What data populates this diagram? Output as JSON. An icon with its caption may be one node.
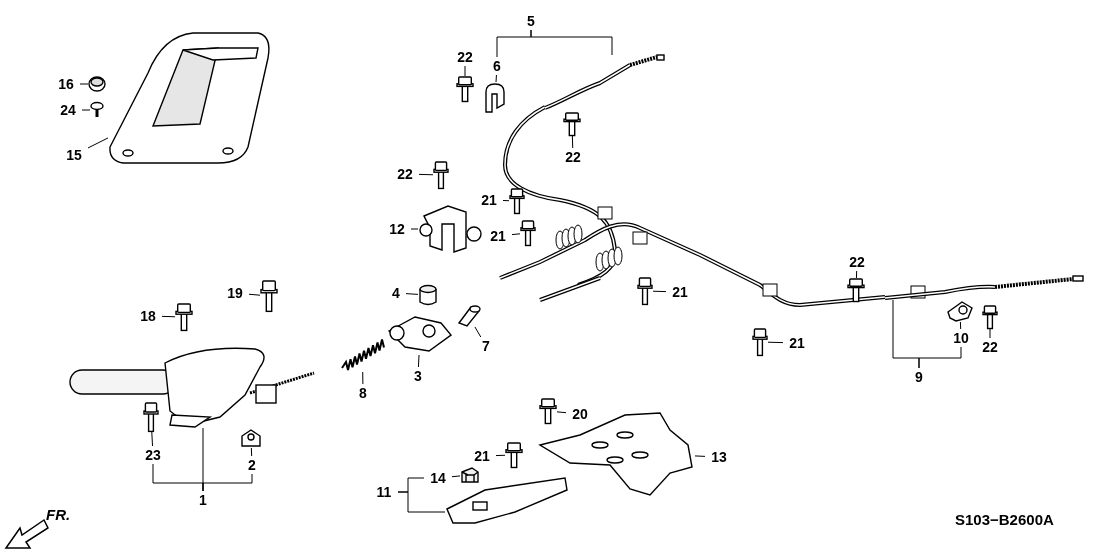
{
  "diagram": {
    "nodes": [
      {
        "text": [
          "16"
        ]
      },
      {
        "text": [],
        "shape": "picture"
      },
      {
        "text": [
          "24"
        ]
      },
      {
        "text": [],
        "shape": "picture"
      },
      {
        "text": [
          "15"
        ]
      },
      {
        "text": [],
        "shape": "picture"
      },
      {
        "text": [
          "22"
        ]
      },
      {
        "text": [],
        "shape": "picture"
      },
      {
        "text": [
          "5"
        ]
      },
      {
        "text": [],
        "shape": "picture"
      },
      {
        "text": [
          "6"
        ]
      },
      {
        "text": [],
        "shape": "picture"
      },
      {
        "text": [
          "22"
        ]
      },
      {
        "text": [],
        "shape": "picture"
      },
      {
        "text": [
          "22"
        ]
      },
      {
        "text": [],
        "shape": "picture"
      },
      {
        "text": [
          "21"
        ]
      },
      {
        "text": [],
        "shape": "picture"
      },
      {
        "text": [
          "21"
        ]
      },
      {
        "text": [],
        "shape": "picture"
      },
      {
        "text": [
          "12"
        ]
      },
      {
        "text": [],
        "shape": "picture"
      },
      {
        "text": [
          "4"
        ]
      },
      {
        "text": [],
        "shape": "cylinder"
      },
      {
        "text": [
          "7"
        ]
      },
      {
        "text": [],
        "shape": "picture"
      },
      {
        "text": [
          "3"
        ]
      },
      {
        "text": [],
        "shape": "picture"
      },
      {
        "text": [
          "8"
        ]
      },
      {
        "text": [],
        "shape": "picture"
      },
      {
        "text": [
          "19"
        ]
      },
      {
        "text": [],
        "shape": "picture"
      },
      {
        "text": [
          "18"
        ]
      },
      {
        "text": [],
        "shape": "picture"
      },
      {
        "text": [
          "21"
        ]
      },
      {
        "text": [],
        "shape": "picture"
      },
      {
        "text": [
          "22"
        ]
      },
      {
        "text": [],
        "shape": "picture"
      },
      {
        "text": [
          "21"
        ]
      },
      {
        "text": [],
        "shape": "picture"
      },
      {
        "text": [
          "10"
        ]
      },
      {
        "text": [],
        "shape": "picture"
      },
      {
        "text": [
          "22"
        ]
      },
      {
        "text": [],
        "shape": "picture"
      },
      {
        "text": [
          "9"
        ]
      },
      {
        "text": [],
        "shape": "picture"
      },
      {
        "text": [
          "23"
        ]
      },
      {
        "text": [],
        "shape": "picture"
      },
      {
        "text": [
          "2"
        ]
      },
      {
        "text": [],
        "shape": "picture"
      },
      {
        "text": [
          "1"
        ]
      },
      {
        "text": [],
        "shape": "picture"
      },
      {
        "text": [
          "20"
        ]
      },
      {
        "text": [],
        "shape": "picture"
      },
      {
        "text": [
          "21"
        ]
      },
      {
        "text": [],
        "shape": "picture"
      },
      {
        "text": [
          "14"
        ]
      },
      {
        "text": [],
        "shape": "picture"
      },
      {
        "text": [
          "13"
        ]
      },
      {
        "text": [],
        "shape": "picture"
      },
      {
        "text": [
          "11"
        ]
      },
      {
        "text": [],
        "shape": "picture"
      }
    ],
    "edges": [
      {
        "from": 0,
        "to": 1,
        "arrow": "none"
      },
      {
        "from": 2,
        "to": 3,
        "arrow": "none"
      },
      {
        "from": 4,
        "to": 5,
        "arrow": "none"
      },
      {
        "from": 6,
        "to": 7,
        "arrow": "none"
      },
      {
        "from": 8,
        "to": 9,
        "arrow": "none"
      },
      {
        "from": 10,
        "to": 11,
        "arrow": "none"
      },
      {
        "from": 12,
        "to": 13,
        "arrow": "none"
      },
      {
        "from": 14,
        "to": 15,
        "arrow": "none"
      },
      {
        "from": 16,
        "to": 17,
        "arrow": "none"
      },
      {
        "from": 18,
        "to": 19,
        "arrow": "none"
      },
      {
        "from": 20,
        "to": 21,
        "arrow": "none"
      },
      {
        "from": 22,
        "to": 23,
        "arrow": "none"
      },
      {
        "from": 24,
        "to": 25,
        "arrow": "none"
      },
      {
        "from": 26,
        "to": 27,
        "arrow": "none"
      },
      {
        "from": 28,
        "to": 29,
        "arrow": "none"
      },
      {
        "from": 30,
        "to": 31,
        "arrow": "none"
      },
      {
        "from": 32,
        "to": 33,
        "arrow": "none"
      },
      {
        "from": 34,
        "to": 35,
        "arrow": "none"
      },
      {
        "from": 36,
        "to": 37,
        "arrow": "none"
      },
      {
        "from": 38,
        "to": 39,
        "arrow": "none"
      },
      {
        "from": 40,
        "to": 41,
        "arrow": "none"
      },
      {
        "from": 42,
        "to": 43,
        "arrow": "none"
      },
      {
        "from": 44,
        "to": 45,
        "arrow": "none"
      },
      {
        "from": 46,
        "to": 47,
        "arrow": "none"
      },
      {
        "from": 48,
        "to": 49,
        "arrow": "none"
      },
      {
        "from": 50,
        "to": 51,
        "arrow": "none"
      },
      {
        "from": 52,
        "to": 53,
        "arrow": "none"
      },
      {
        "from": 54,
        "to": 55,
        "arrow": "none"
      },
      {
        "from": 56,
        "to": 57,
        "arrow": "none"
      },
      {
        "from": 58,
        "to": 59,
        "arrow": "none"
      },
      {
        "from": 60,
        "to": 61,
        "arrow": "none"
      },
      {
        "from": 8,
        "to": 10,
        "arrow": "none"
      },
      {
        "from": 44,
        "to": 40,
        "arrow": "none"
      },
      {
        "from": 50,
        "to": 46,
        "arrow": "none"
      },
      {
        "from": 50,
        "to": 48,
        "arrow": "none"
      },
      {
        "from": 60,
        "to": 56,
        "arrow": "none"
      }
    ],
    "labels": [
      "FR.",
      "S103−B2600A"
    ]
  }
}
